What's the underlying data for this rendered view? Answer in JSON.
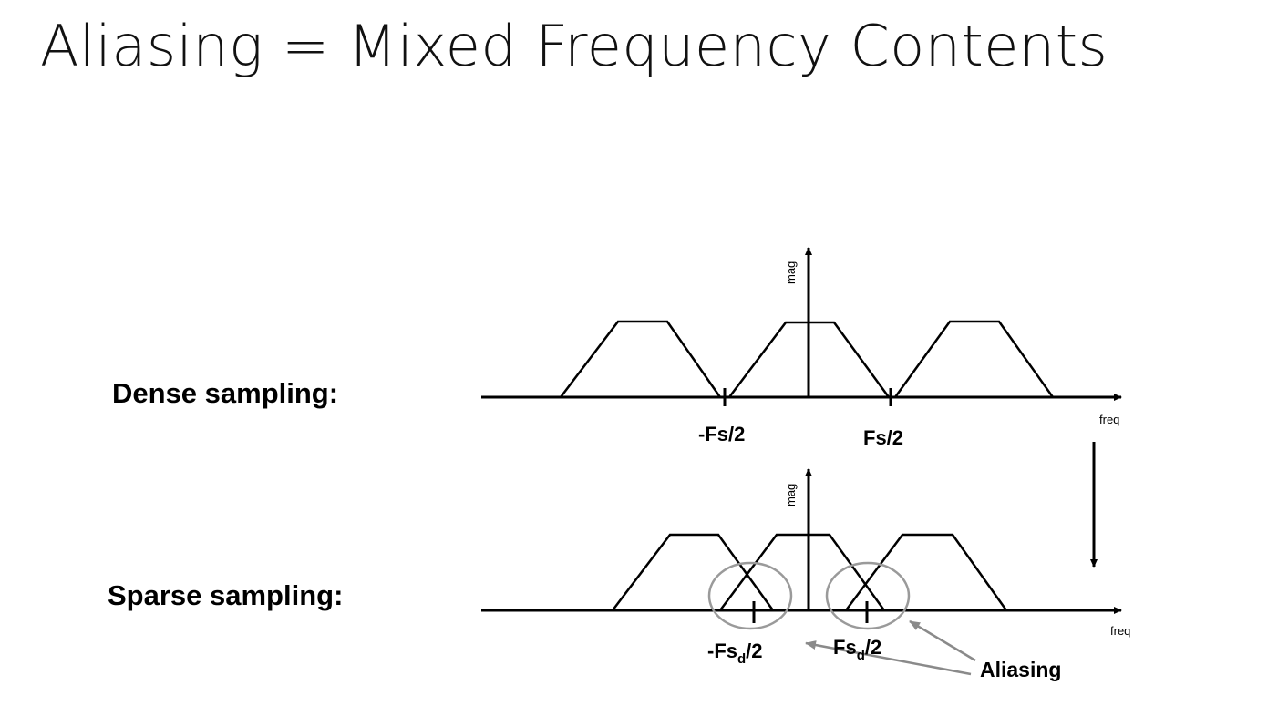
{
  "slide": {
    "title": "Aliasing = Mixed Frequency Contents"
  },
  "dense": {
    "label": "Dense sampling:",
    "y_axis_label": "mag",
    "x_axis_label": "freq",
    "tick_left": "-Fs/2",
    "tick_right": "Fs/2"
  },
  "sparse": {
    "label": "Sparse sampling:",
    "y_axis_label": "mag",
    "x_axis_label": "freq",
    "tick_left_main": "-Fs",
    "tick_left_sub": "d",
    "tick_left_tail": "/2",
    "tick_right_main": "Fs",
    "tick_right_sub": "d",
    "tick_right_tail": "/2",
    "annotation": "Aliasing"
  },
  "colors": {
    "line": "#000000",
    "highlight_circle": "#9a9a9a",
    "annotation_arrow": "#8a8a8a"
  }
}
